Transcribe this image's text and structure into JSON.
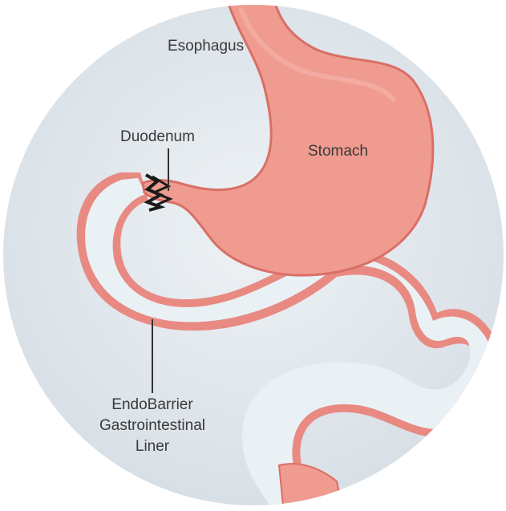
{
  "labels": {
    "esophagus": "Esophagus",
    "stomach": "Stomach",
    "duodenum": "Duodenum",
    "liner_line1": "EndoBarrier",
    "liner_line2": "Gastrointestinal",
    "liner_line3": "Liner"
  },
  "colors": {
    "background_circle": "#dfe6ec",
    "stomach_fill": "#ef9b90",
    "stomach_outline": "#d96f66",
    "intestine_fill": "#e8f0f4",
    "intestine_wall": "#e88a82",
    "anchor": "#1a1a1a",
    "leader_line": "#333333"
  }
}
